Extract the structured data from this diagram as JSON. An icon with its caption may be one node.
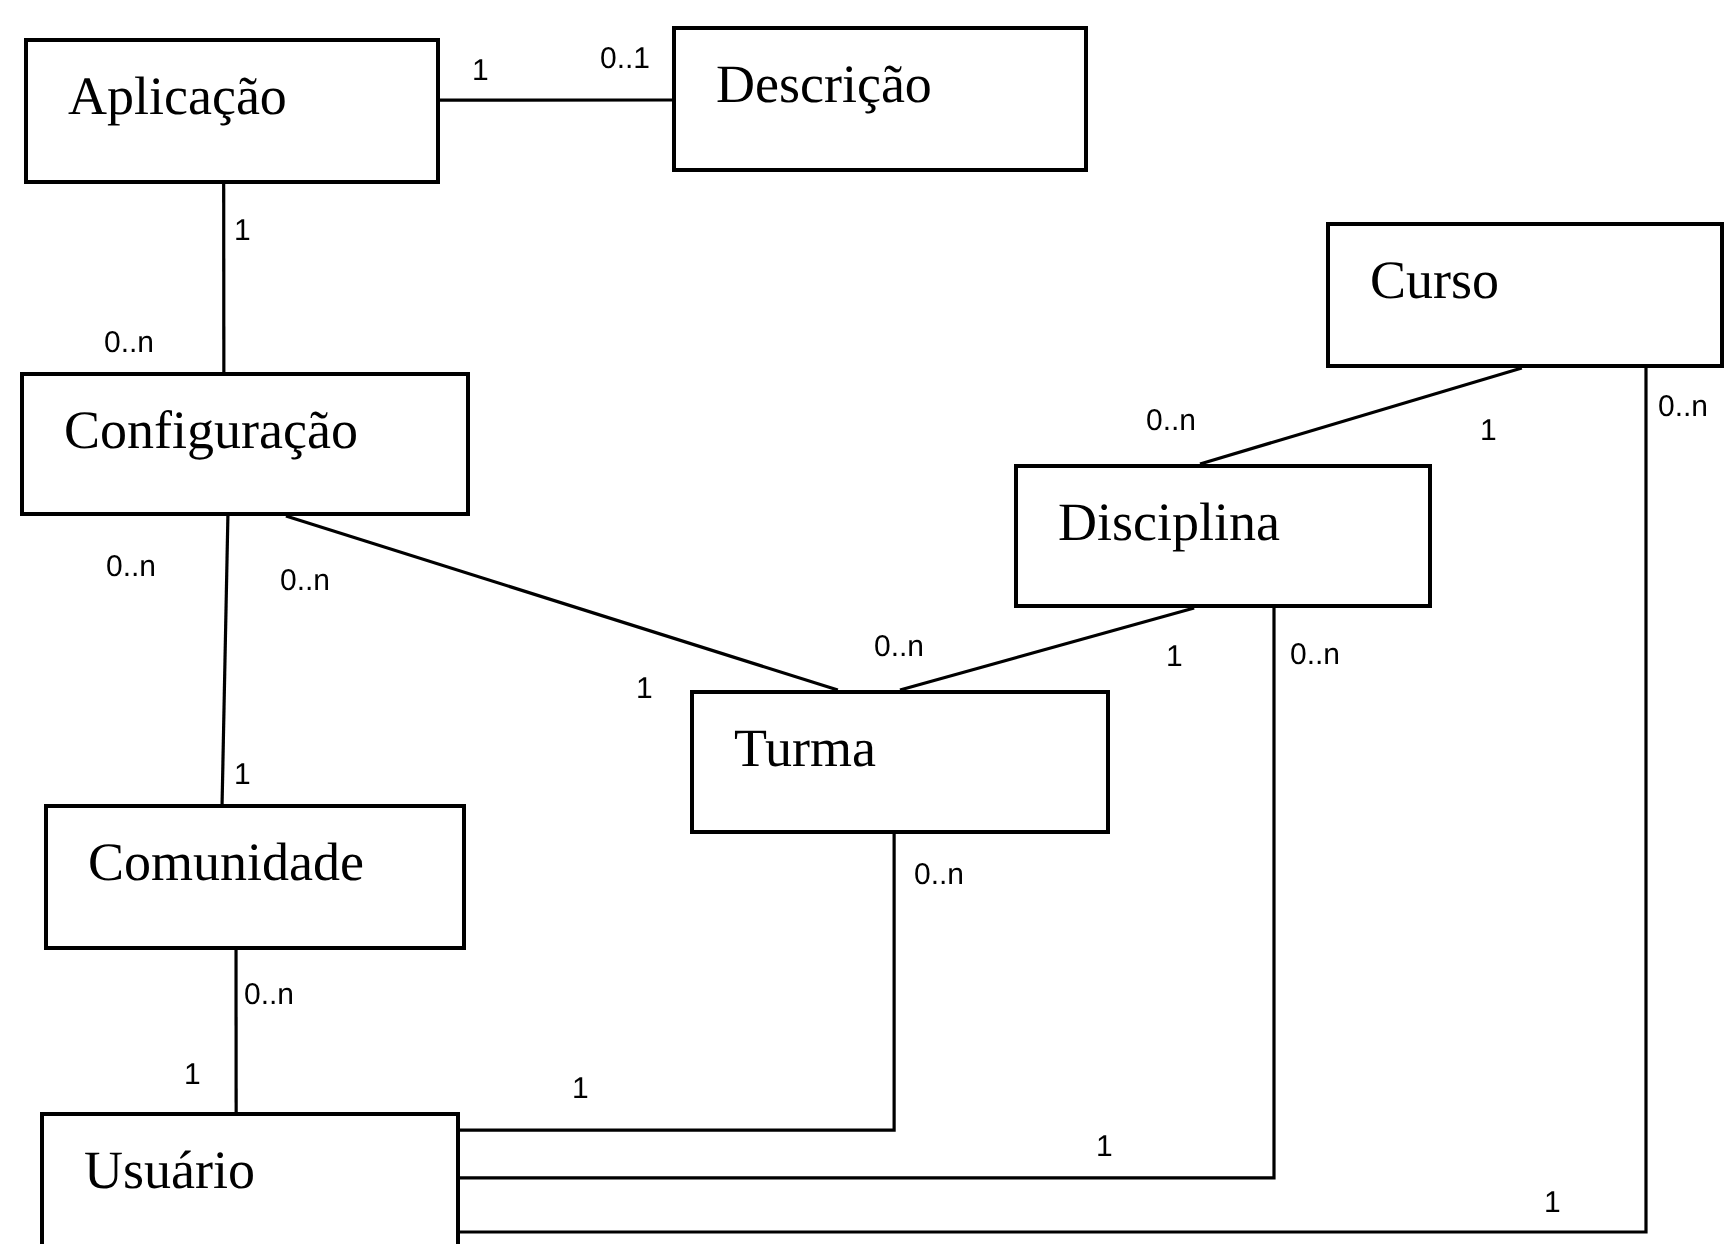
{
  "diagram": {
    "nodes": [
      {
        "text": [
          "Aplicação"
        ]
      },
      {
        "text": [
          "Descrição"
        ]
      },
      {
        "text": [
          "Curso"
        ]
      },
      {
        "text": [
          "Configuração"
        ]
      },
      {
        "text": [
          "Disciplina"
        ]
      },
      {
        "text": [
          "Turma"
        ]
      },
      {
        "text": [
          "Comunidade"
        ]
      },
      {
        "text": [
          "Usuário"
        ]
      }
    ],
    "edges": [
      {
        "from": 0,
        "to": 1,
        "arrow": "none"
      },
      {
        "from": 0,
        "to": 3,
        "arrow": "none"
      },
      {
        "from": 3,
        "to": 6,
        "arrow": "none"
      },
      {
        "from": 3,
        "to": 5,
        "arrow": "none"
      },
      {
        "from": 4,
        "to": 5,
        "arrow": "none"
      },
      {
        "from": 2,
        "to": 4,
        "arrow": "none"
      },
      {
        "from": 6,
        "to": 7,
        "arrow": "none"
      },
      {
        "from": 5,
        "to": 7,
        "arrow": "none"
      },
      {
        "from": 4,
        "to": 7,
        "arrow": "none"
      },
      {
        "from": 2,
        "to": 7,
        "arrow": "none"
      }
    ],
    "labels": [
      "0..1",
      "1",
      "1",
      "0..n",
      "0..n",
      "1",
      "0..n",
      "0..n",
      "0..n",
      "0..n",
      "1",
      "0..n",
      "1",
      "1",
      "0..n",
      "0..n",
      "1",
      "1",
      "1",
      "1"
    ]
  }
}
